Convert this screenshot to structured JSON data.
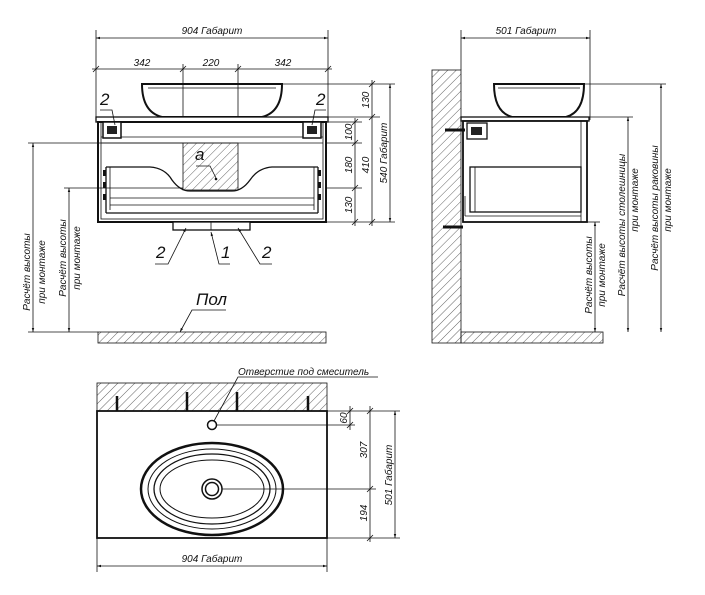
{
  "front_view": {
    "overall_width": "904 Габарит",
    "seg_left": "342",
    "seg_mid": "220",
    "seg_right": "342",
    "dim_basin": "130",
    "dim_top": "100",
    "dim_mid": "180",
    "dim_bottom": "130",
    "dim_body": "410",
    "overall_height": "540 Габарит",
    "callout_a": "a",
    "callout_2": "2",
    "callout_1": "1",
    "floor_label": "Пол",
    "height_calc_1_line1": "Расчёт высоты",
    "height_calc_1_line2": "при монтаже",
    "height_calc_2_line1": "Расчёт высоты",
    "height_calc_2_line2": "при монтаже"
  },
  "side_view": {
    "overall_depth": "501 Габарит",
    "height_calc_line1": "Расчёт высоты",
    "height_calc_line2": "при монтаже",
    "countertop_calc_line1": "Расчёт высоты столешницы",
    "countertop_calc_line2": "при монтаже",
    "basin_calc_line1": "Расчёт высоты раковины",
    "basin_calc_line2": "при монтаже"
  },
  "top_view": {
    "mixer_hole_label": "Отверстие под смеситель",
    "dim_hole": "60",
    "dim_to_drain": "307",
    "dim_drain_front": "194",
    "overall_depth": "501 Габарит",
    "overall_width": "904 Габарит"
  }
}
